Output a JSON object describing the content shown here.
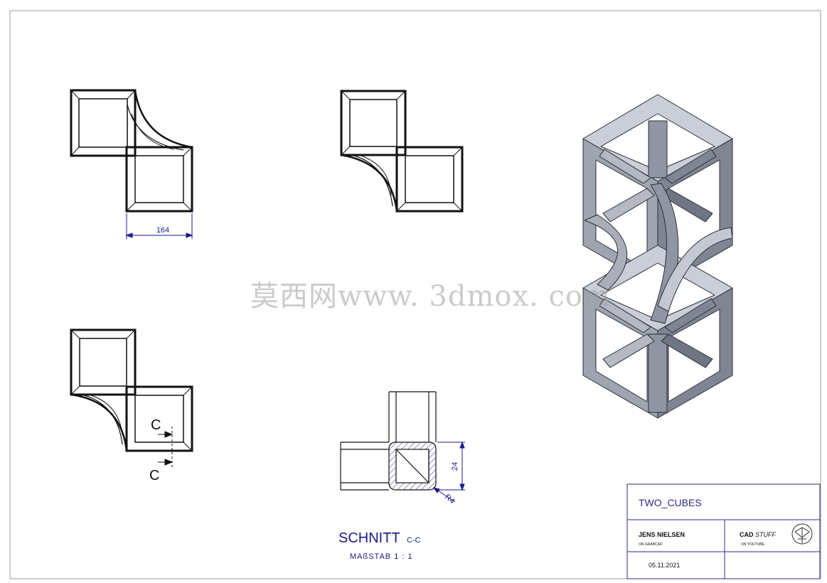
{
  "drawing": {
    "part_name": "TWO_CUBES",
    "author": "JENS NIELSEN",
    "author_sub": "ON GRABCAD",
    "brand_main": "CAD",
    "brand_accent": "STUFF",
    "brand_sub": "ON YOUTUBE",
    "date": "05.11.2021"
  },
  "views": {
    "dimension_width": "164",
    "section_letter_top": "C",
    "section_letter_bottom": "C",
    "section_dimension": "24",
    "section_radius": "R4"
  },
  "section": {
    "title": "SCHNITT",
    "id": "C-C",
    "scale": "MAßSTAB 1 : 1"
  },
  "watermark": "莫西网www. 3dmox. com",
  "colors": {
    "line": "#111111",
    "dimension": "#1a1a8c",
    "title_block": "#2b2b8c",
    "steel_dark": "#4a4f5a",
    "steel_mid": "#8f95a3",
    "steel_light": "#c9ced8"
  }
}
